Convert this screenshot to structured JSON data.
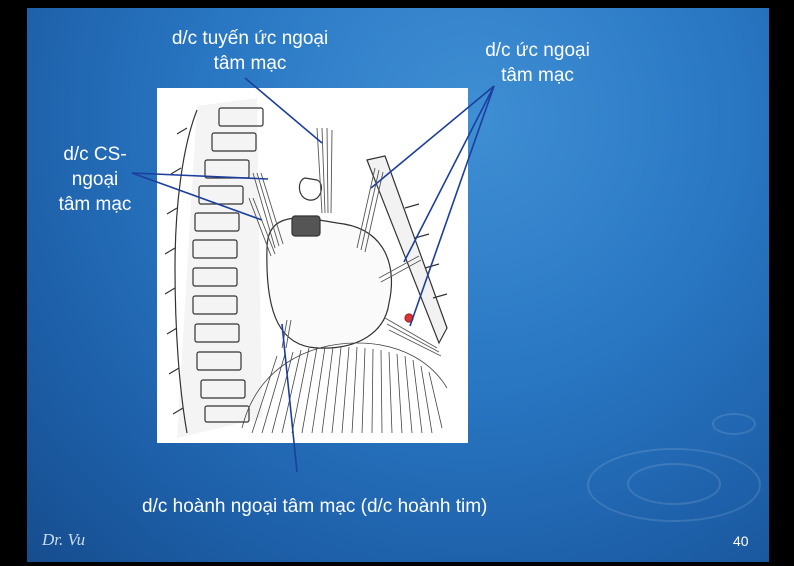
{
  "labels": {
    "thymus_pericardial": [
      "d/c tuyến ức ngoại",
      "tâm mạc"
    ],
    "sternopericardial": [
      "d/c ức ngoại",
      "tâm mạc"
    ],
    "vertebropericardial": [
      "d/c CS-",
      "ngoại",
      "tâm mạc"
    ],
    "phrenicopericardial": "d/c hoành ngoại tâm mạc (d/c hoành tim)"
  },
  "footer": {
    "author": "Dr. Vu",
    "page_number": "40"
  },
  "colors": {
    "background": "#2a78c4",
    "leader_line": "#1c3f9e",
    "text": "#ffffff"
  }
}
